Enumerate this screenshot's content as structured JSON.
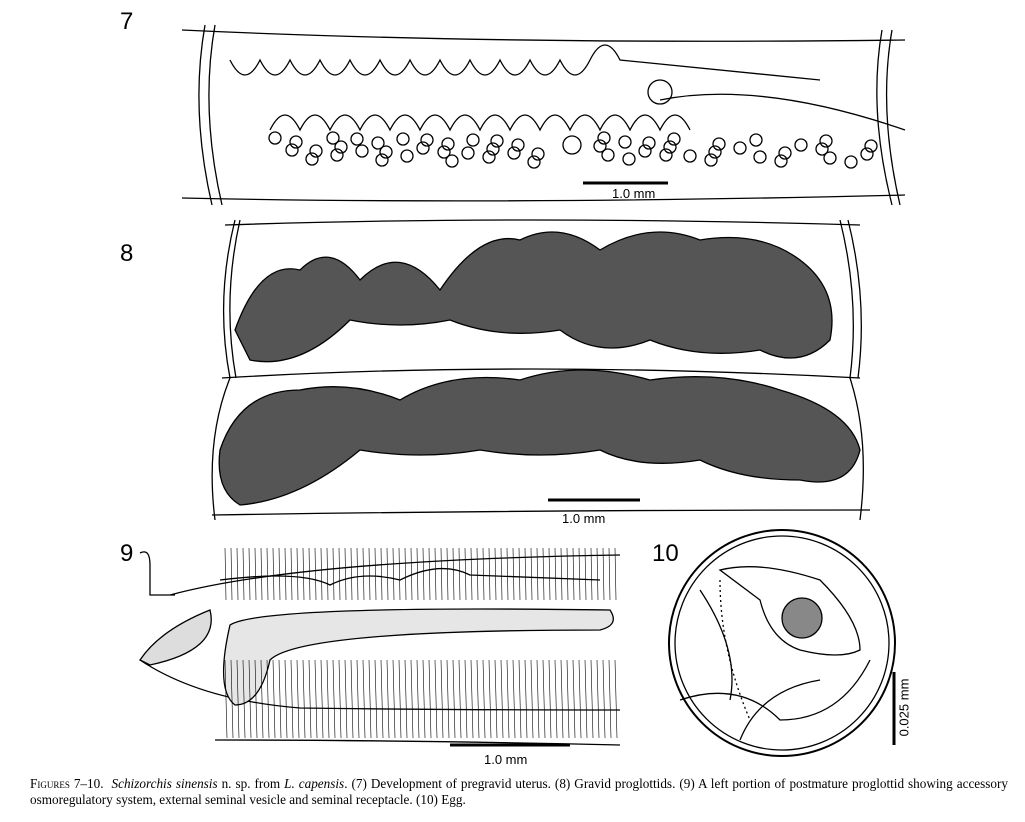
{
  "figure_labels": {
    "fig7": "7",
    "fig8": "8",
    "fig9": "9",
    "fig10": "10"
  },
  "scale_bars": {
    "fig7": "1.0 mm",
    "fig8": "1.0 mm",
    "fig9": "1.0 mm",
    "fig10": "0.025 mm"
  },
  "caption": {
    "prefix": "Figures 7–10.",
    "species": "Schizorchis sinensis",
    "text1": " n. sp. from ",
    "host": "L. capensis",
    "text2": ". (7) Development of pregravid uterus. (8) Gravid proglottids. (9) A left portion of postmature proglottid showing accessory osmoregulatory system, external seminal vesicle and seminal receptacle. (10) Egg."
  }
}
